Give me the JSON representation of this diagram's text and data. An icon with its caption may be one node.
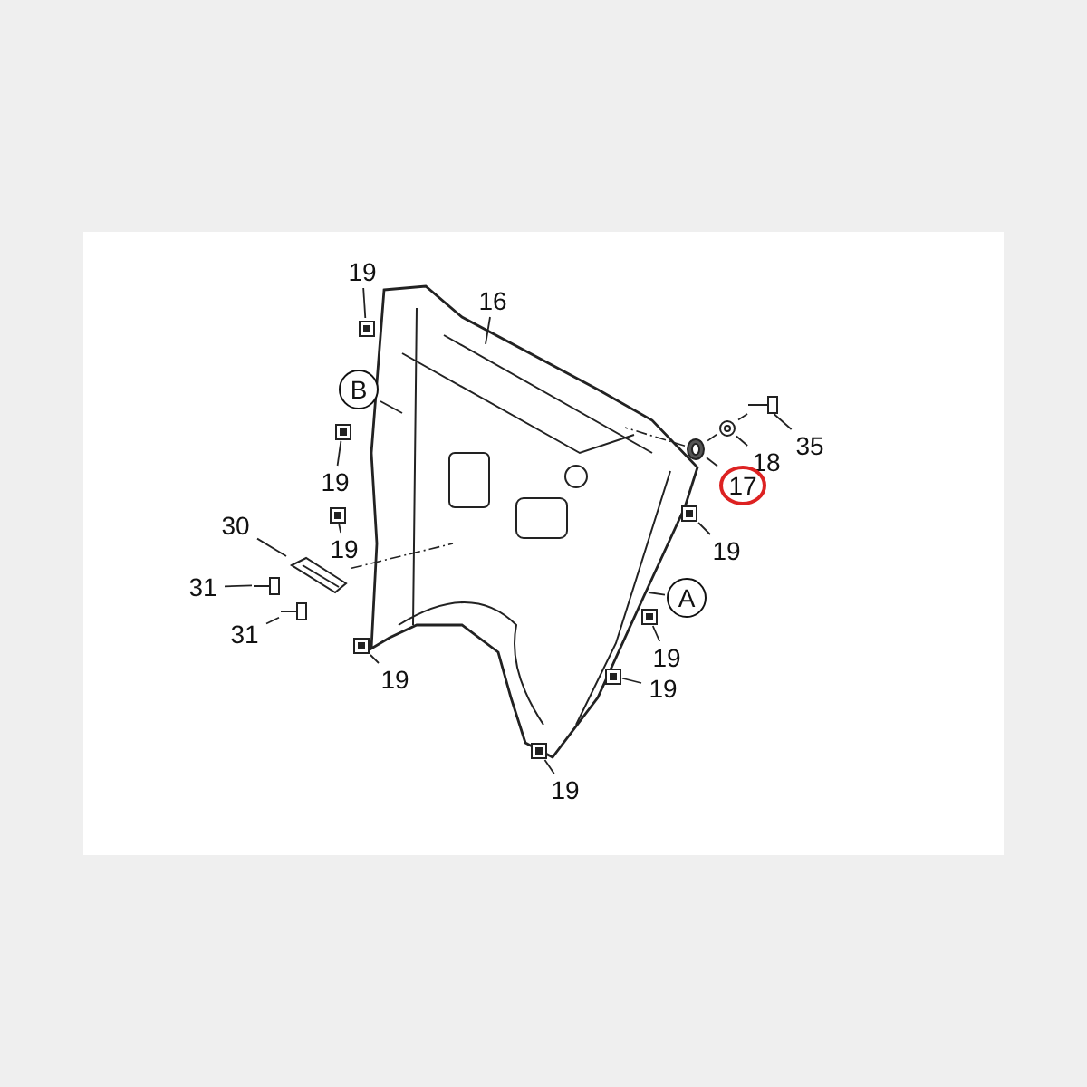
{
  "diagram": {
    "nodes": [
      {
        "text": [
          "16"
        ]
      },
      {
        "text": [],
        "shape": "picture"
      },
      {
        "text": [
          "19"
        ]
      },
      {
        "text": [],
        "shape": "box"
      },
      {
        "text": [
          "B"
        ]
      },
      {
        "text": [
          "19"
        ]
      },
      {
        "text": [],
        "shape": "box"
      },
      {
        "text": [
          "19"
        ]
      },
      {
        "text": [],
        "shape": "box"
      },
      {
        "text": [
          "35"
        ]
      },
      {
        "text": [],
        "shape": "picture"
      },
      {
        "text": [
          "18"
        ]
      },
      {
        "text": [],
        "shape": "circle"
      },
      {
        "text": [
          "17"
        ]
      },
      {
        "text": [],
        "shape": "picture"
      },
      {
        "text": [
          "30"
        ]
      },
      {
        "text": [],
        "shape": "picture"
      },
      {
        "text": [
          "31"
        ]
      },
      {
        "text": [],
        "shape": "picture"
      },
      {
        "text": [
          "19"
        ]
      },
      {
        "text": [],
        "shape": "box"
      },
      {
        "text": [
          "A"
        ]
      },
      {
        "text": [
          "31"
        ]
      },
      {
        "text": [],
        "shape": "picture"
      },
      {
        "text": [
          "19"
        ]
      },
      {
        "text": [],
        "shape": "box"
      },
      {
        "text": [
          "19"
        ]
      },
      {
        "text": [],
        "shape": "box"
      },
      {
        "text": [
          "19"
        ]
      },
      {
        "text": [],
        "shape": "box"
      },
      {
        "text": [
          "19"
        ]
      },
      {
        "text": [],
        "shape": "box"
      }
    ],
    "edges": [
      {
        "from": 0,
        "to": 1,
        "arrow": "none"
      },
      {
        "from": 2,
        "to": 3,
        "arrow": "none"
      },
      {
        "from": 4,
        "to": 1,
        "arrow": "none"
      },
      {
        "from": 5,
        "to": 6,
        "arrow": "none"
      },
      {
        "from": 7,
        "to": 8,
        "arrow": "none"
      },
      {
        "from": 9,
        "to": 10,
        "arrow": "none"
      },
      {
        "from": 11,
        "to": 12,
        "arrow": "none"
      },
      {
        "from": 13,
        "to": 14,
        "arrow": "none"
      },
      {
        "from": 15,
        "to": 16,
        "arrow": "none"
      },
      {
        "from": 17,
        "to": 18,
        "arrow": "none"
      },
      {
        "from": 19,
        "to": 20,
        "arrow": "none"
      },
      {
        "from": 21,
        "to": 1,
        "arrow": "none"
      },
      {
        "from": 22,
        "to": 23,
        "arrow": "none"
      },
      {
        "from": 24,
        "to": 25,
        "arrow": "none"
      },
      {
        "from": 26,
        "to": 27,
        "arrow": "none"
      },
      {
        "from": 28,
        "to": 29,
        "arrow": "none"
      },
      {
        "from": 30,
        "to": 31,
        "arrow": "none"
      },
      {
        "from": 10,
        "to": 12,
        "arrow": "none",
        "style": "dashed"
      },
      {
        "from": 12,
        "to": 14,
        "arrow": "none",
        "style": "dashed"
      },
      {
        "from": 14,
        "to": 1,
        "arrow": "none",
        "style": "dashed"
      },
      {
        "from": 16,
        "to": 1,
        "arrow": "none",
        "style": "dashed"
      }
    ]
  }
}
